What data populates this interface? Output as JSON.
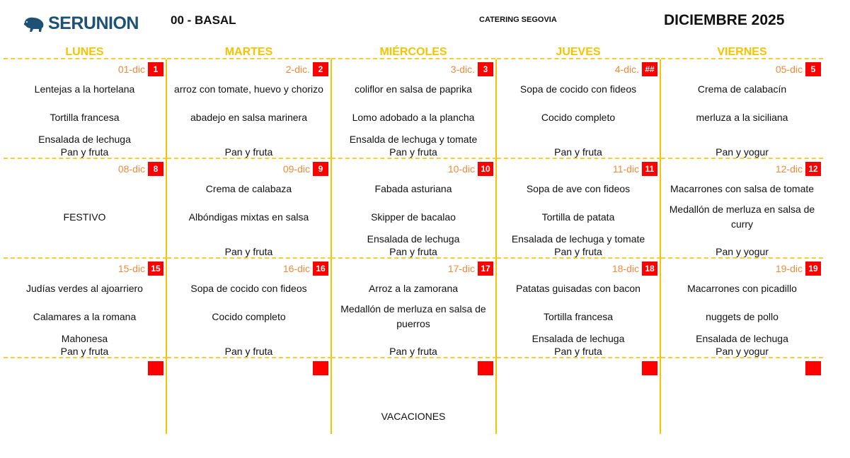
{
  "header": {
    "logo": "SERUNION",
    "menu": "00 - BASAL",
    "catering": "CATERING SEGOVIA",
    "month": "DICIEMBRE 2025"
  },
  "days": [
    "LUNES",
    "MARTES",
    "MIÉRCOLES",
    "JUEVES",
    "VIERNES"
  ],
  "colors": {
    "accent": "#f5c400",
    "date": "#f08a3c",
    "badge": "#ff0000",
    "logo": "#1d5275"
  },
  "weeks": [
    [
      {
        "date": "01-dic",
        "num": "1",
        "d1": "Lentejas a la hortelana",
        "d2": "Tortilla francesa",
        "d3": "Ensalada de lechuga",
        "d4": "Pan y fruta"
      },
      {
        "date": "2-dic.",
        "num": "2",
        "d1": "arroz con tomate, huevo y chorizo",
        "d2": "abadejo en salsa marinera",
        "d3": "",
        "d4": "Pan y fruta"
      },
      {
        "date": "3-dic.",
        "num": "3",
        "d1": "coliflor en salsa de paprika",
        "d2": "Lomo adobado a la plancha",
        "d3": "Ensalda de lechuga y tomate",
        "d4": "Pan y fruta"
      },
      {
        "date": "4-dic.",
        "num": "##",
        "d1": "Sopa de cocido con fideos",
        "d2": "Cocido completo",
        "d3": "",
        "d4": "Pan y fruta"
      },
      {
        "date": "05-dic",
        "num": "5",
        "d1": "Crema de calabacín",
        "d2": "merluza a la siciliana",
        "d3": "",
        "d4": "Pan y yogur"
      }
    ],
    [
      {
        "date": "08-dic",
        "num": "8",
        "d1": "",
        "d2": "FESTIVO",
        "d3": "",
        "d4": ""
      },
      {
        "date": "09-dic",
        "num": "9",
        "d1": "Crema de calabaza",
        "d2": "Albóndigas mixtas en salsa",
        "d3": "",
        "d4": "Pan y fruta"
      },
      {
        "date": "10-dic",
        "num": "10",
        "d1": "Fabada asturiana",
        "d2": "Skipper de bacalao",
        "d3": "Ensalada de lechuga",
        "d4": "Pan y fruta"
      },
      {
        "date": "11-dic",
        "num": "11",
        "d1": "Sopa de ave con fideos",
        "d2": "Tortilla de patata",
        "d3": "Ensalada de lechuga y tomate",
        "d4": "Pan y fruta"
      },
      {
        "date": "12-dic",
        "num": "12",
        "d1": "Macarrones con salsa de tomate",
        "d2": "Medallón de merluza en salsa de curry",
        "d3": "",
        "d4": "Pan y yogur"
      }
    ],
    [
      {
        "date": "15-dic",
        "num": "15",
        "d1": "Judías verdes al ajoarriero",
        "d2": "Calamares a la romana",
        "d3": "Mahonesa",
        "d4": "Pan y fruta"
      },
      {
        "date": "16-dic",
        "num": "16",
        "d1": "Sopa de cocido con fideos",
        "d2": "Cocido completo",
        "d3": "",
        "d4": "Pan y fruta"
      },
      {
        "date": "17-dic",
        "num": "17",
        "d1": "Arroz a la zamorana",
        "d2": "Medallón de merluza en salsa de puerros",
        "d3": "",
        "d4": "Pan y fruta"
      },
      {
        "date": "18-dic",
        "num": "18",
        "d1": "Patatas guisadas con bacon",
        "d2": "Tortilla francesa",
        "d3": "Ensalada de lechuga",
        "d4": "Pan y fruta"
      },
      {
        "date": "19-dic",
        "num": "19",
        "d1": "Macarrones con picadillo",
        "d2": "nuggets de pollo",
        "d3": "Ensalada de lechuga",
        "d4": "Pan y yogur"
      }
    ],
    [
      {
        "date": "",
        "num": "",
        "d1": "",
        "d2": "",
        "d3": "",
        "d4": ""
      },
      {
        "date": "",
        "num": "",
        "d1": "",
        "d2": "",
        "d3": "",
        "d4": ""
      },
      {
        "date": "",
        "num": "",
        "d1": "",
        "d2": "VACACIONES",
        "d3": "",
        "d4": ""
      },
      {
        "date": "",
        "num": "",
        "d1": "",
        "d2": "",
        "d3": "",
        "d4": ""
      },
      {
        "date": "",
        "num": "",
        "d1": "",
        "d2": "",
        "d3": "",
        "d4": ""
      }
    ]
  ]
}
